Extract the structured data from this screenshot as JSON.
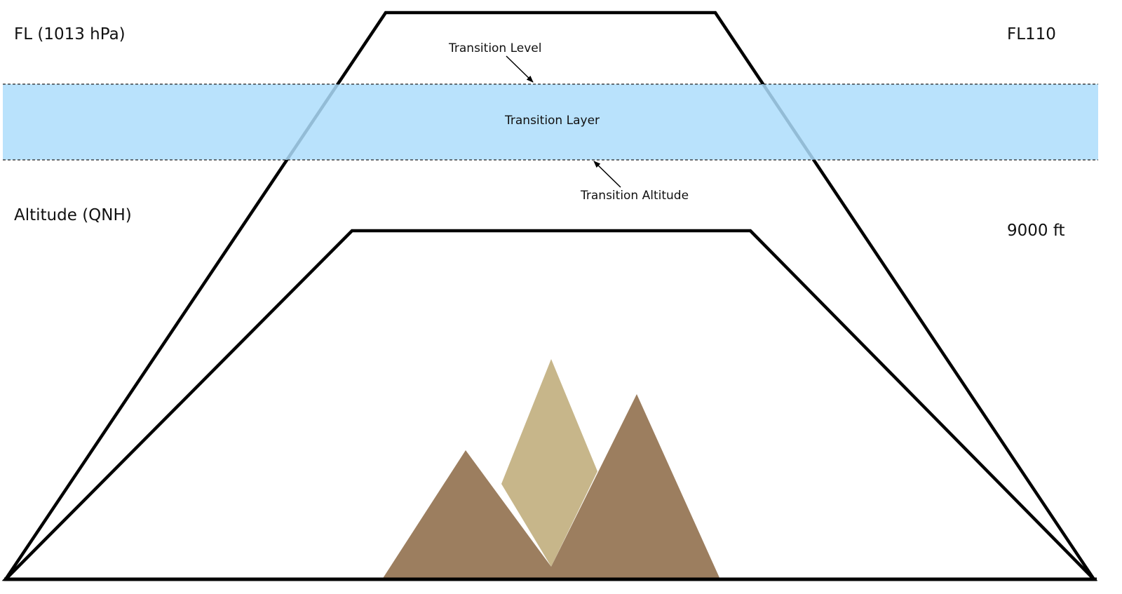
{
  "labels": {
    "flight_level_reference": "FL (1013 hPa)",
    "flight_level_value": "FL110",
    "altitude_reference": "Altitude (QNH)",
    "altitude_value": "9000 ft",
    "transition_level": "Transition Level",
    "transition_layer": "Transition Layer",
    "transition_altitude": "Transition Altitude"
  },
  "colors": {
    "transition_layer_fill": "#ADDDFB",
    "mountain_dark": "#9C7E5F",
    "mountain_light": "#C7B68A",
    "outline": "#000000"
  }
}
